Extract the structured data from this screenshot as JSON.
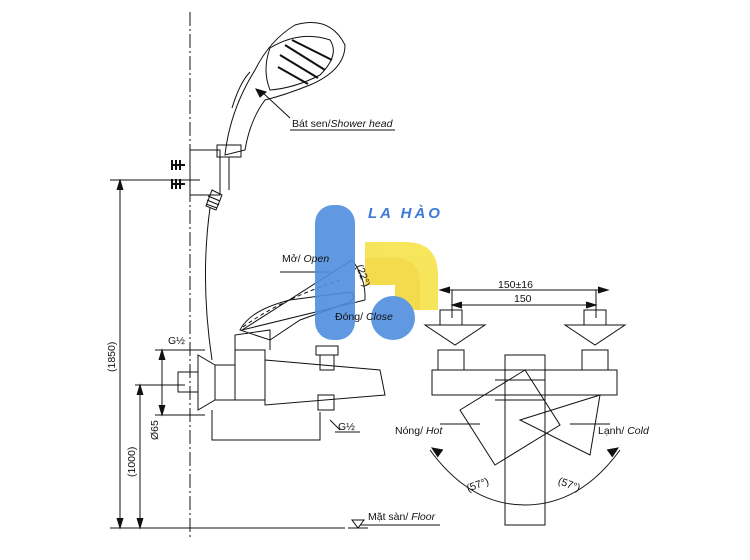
{
  "labels": {
    "shower_head_vi": "Bát sen/",
    "shower_head_en": "Shower head",
    "open_vi": "Mở/ ",
    "open_en": "Open",
    "close_vi": "Đóng/ ",
    "close_en": "Close",
    "hot_vi": "Nóng/ ",
    "hot_en": "Hot",
    "cold_vi": "Lạnh/ ",
    "cold_en": "Cold",
    "floor_vi": "Mặt sàn/ ",
    "floor_en": "Floor"
  },
  "dimensions": {
    "thread_top": "G½",
    "thread_bottom": "G½",
    "height_total": "(1850)",
    "height_valve": "(1000)",
    "diameter": "Ø65",
    "spacing_tol": "150±16",
    "spacing": "150",
    "lever_angle": "(22°)",
    "angle_hot": "(57°)",
    "angle_cold": "(57°)"
  },
  "watermark": {
    "text": "LA HÀO",
    "colors": {
      "blue": "#4f8fde",
      "yellow": "#f6e34a",
      "text": "#3d79d6"
    }
  }
}
